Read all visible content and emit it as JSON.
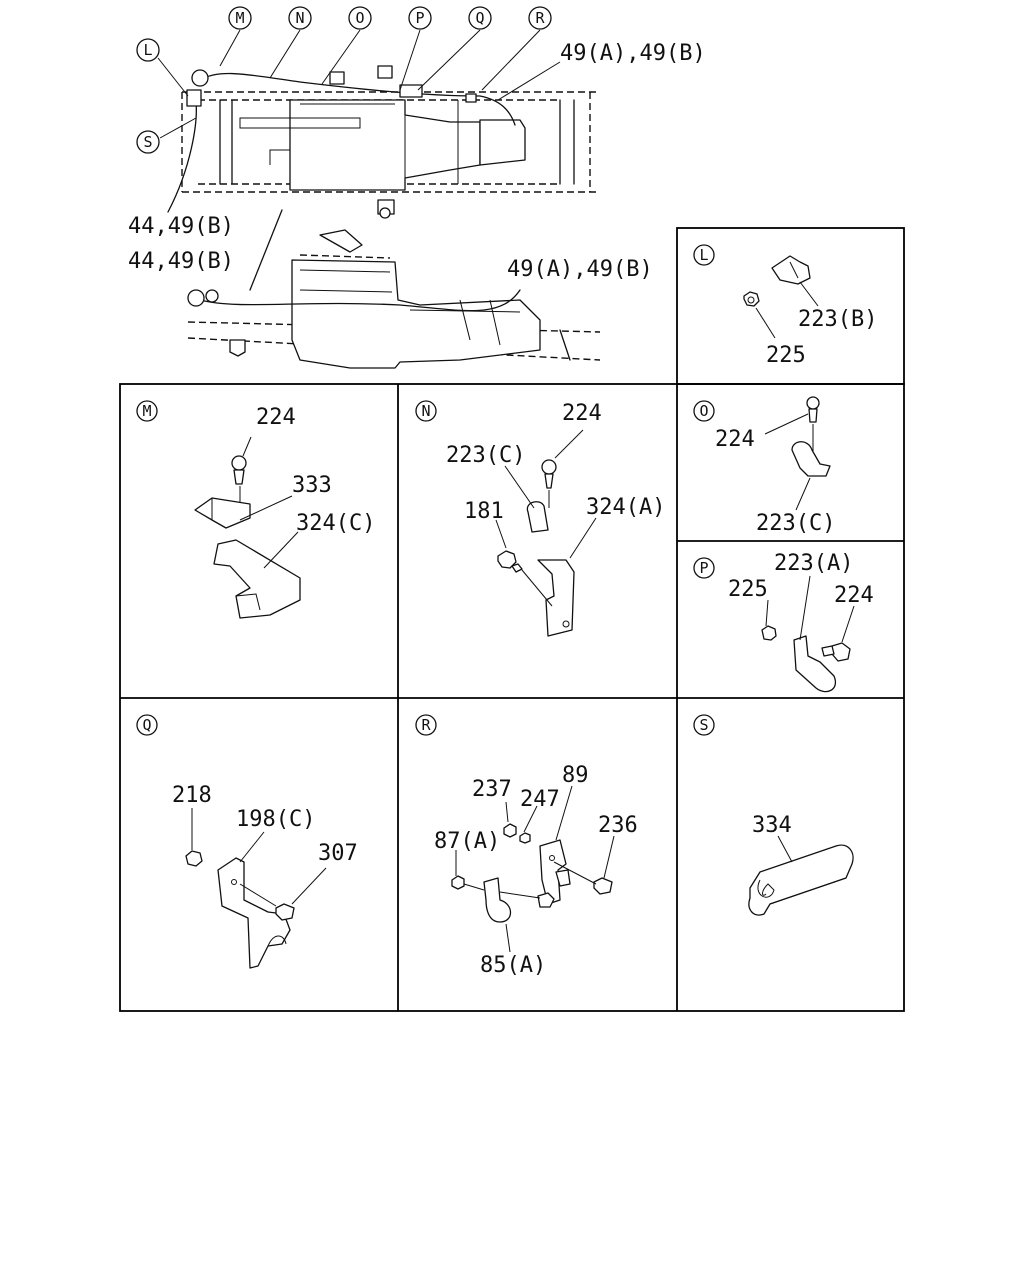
{
  "overview": {
    "refs": [
      "M",
      "N",
      "O",
      "P",
      "Q",
      "R",
      "L",
      "S"
    ],
    "labels": {
      "top_right": "49(A),49(B)",
      "left_a": "44,49(B)",
      "left_b": "44,49(B)",
      "side_right": "49(A),49(B)"
    }
  },
  "panels": {
    "L": {
      "ref": "L",
      "labels": [
        "223(B)",
        "225"
      ]
    },
    "M": {
      "ref": "M",
      "labels": [
        "224",
        "333",
        "324(C)"
      ]
    },
    "N": {
      "ref": "N",
      "labels": [
        "224",
        "223(C)",
        "181",
        "324(A)"
      ]
    },
    "O": {
      "ref": "O",
      "labels": [
        "224",
        "223(C)"
      ]
    },
    "P": {
      "ref": "P",
      "labels": [
        "223(A)",
        "225",
        "224"
      ]
    },
    "Q": {
      "ref": "Q",
      "labels": [
        "218",
        "198(C)",
        "307"
      ]
    },
    "R": {
      "ref": "R",
      "labels": [
        "89",
        "237",
        "247",
        "236",
        "87(A)",
        "85(A)"
      ]
    },
    "S": {
      "ref": "S",
      "labels": [
        "334"
      ]
    }
  }
}
